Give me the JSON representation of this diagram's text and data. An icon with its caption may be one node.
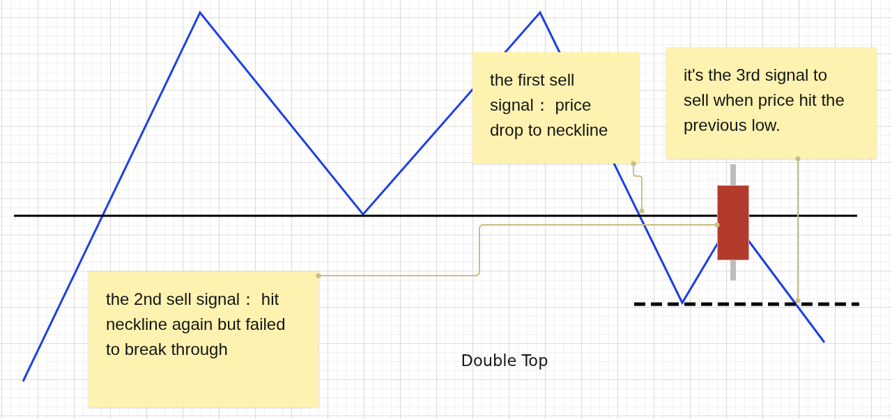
{
  "diagram": {
    "caption": "Double Top",
    "nodes": [
      {
        "text": [
          "the first sell signal： price drop to neckline"
        ]
      },
      {
        "text": [
          "it's the 3rd signal to sell when price hit the previous low."
        ]
      },
      {
        "text": [
          "the 2nd sell signal： hit neckline again but failed to break through"
        ]
      },
      {
        "text": [],
        "shape": "bar"
      }
    ],
    "edges": [
      {
        "from": 0,
        "to": null,
        "arrow": "other"
      },
      {
        "from": 2,
        "to": 3,
        "arrow": "other"
      },
      {
        "from": 1,
        "to": null,
        "arrow": "other"
      }
    ]
  }
}
